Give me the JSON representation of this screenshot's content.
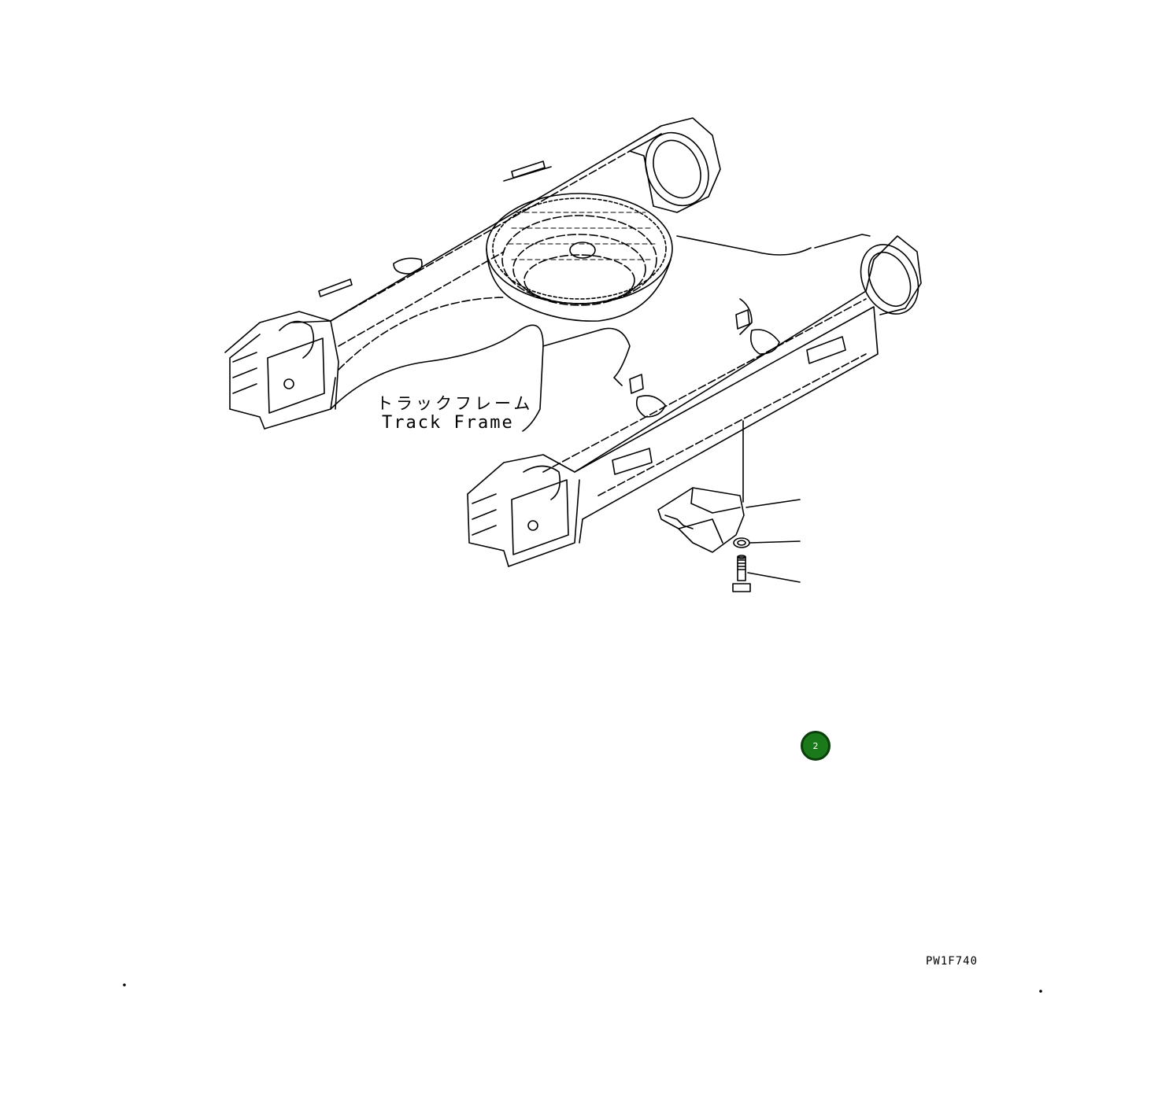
{
  "diagram": {
    "labels": {
      "track_frame_jp": "トラックフレーム",
      "track_frame_en": "Track Frame"
    },
    "callout": {
      "number": "2",
      "color": "#1a7a1a"
    },
    "drawing_code": "PW1F740"
  }
}
